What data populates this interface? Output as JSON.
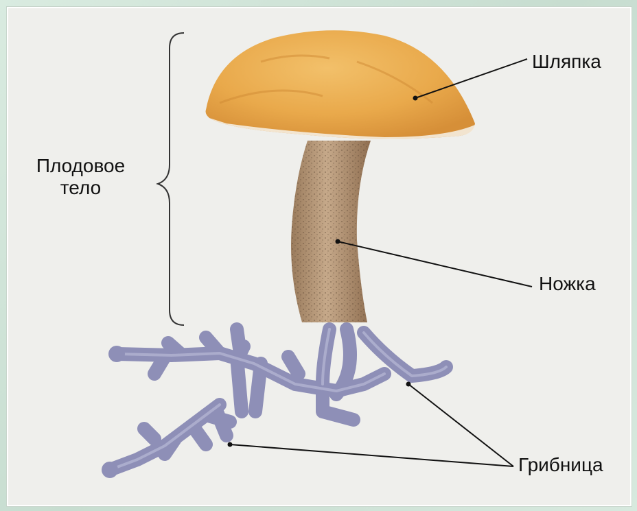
{
  "labels": {
    "fruit_body_line1": "Плодовое",
    "fruit_body_line2": "тело",
    "cap": "Шляпка",
    "stem": "Ножка",
    "mycelium": "Грибница"
  },
  "colors": {
    "background_frame": "#cfe3d6",
    "panel": "#efefec",
    "cap": "#e8a94a",
    "stem": "#b89a7c",
    "mycelium": "#8e8fb7",
    "leader_lines": "#111111"
  }
}
